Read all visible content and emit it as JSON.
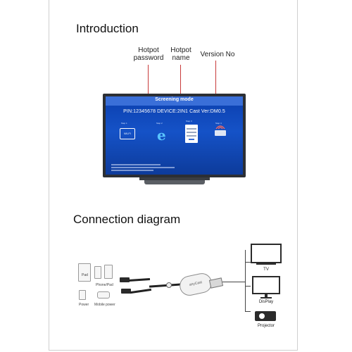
{
  "introduction": {
    "title": "Introduction",
    "callouts": [
      {
        "line1": "Hotpot",
        "line2": "password"
      },
      {
        "line1": "Hotpot",
        "line2": "name"
      },
      {
        "line1": "Version No",
        "line2": ""
      }
    ],
    "screen": {
      "title": "Screening mode",
      "info": "PIN:12345678  DEVICE:2IN1 Cast  Ver:DM0.5",
      "steps": [
        "Step 1",
        "Step 2",
        "Step 3",
        "Step 4"
      ],
      "wifi_icon": "WI-FI",
      "accent_color": "#0b3fae"
    }
  },
  "connection": {
    "title": "Connection diagram",
    "devices": [
      {
        "name": "TV",
        "icon": "tv-icon"
      },
      {
        "name": "DisPlay",
        "icon": "monitor-icon"
      },
      {
        "name": "Projector",
        "icon": "projector-icon"
      }
    ],
    "source_labels": {
      "pad": "Pad",
      "phone_pad": "Phone/Pad",
      "power": "Power",
      "mobile_power": "Mobile power"
    },
    "dongle_brand": "anyCast"
  }
}
